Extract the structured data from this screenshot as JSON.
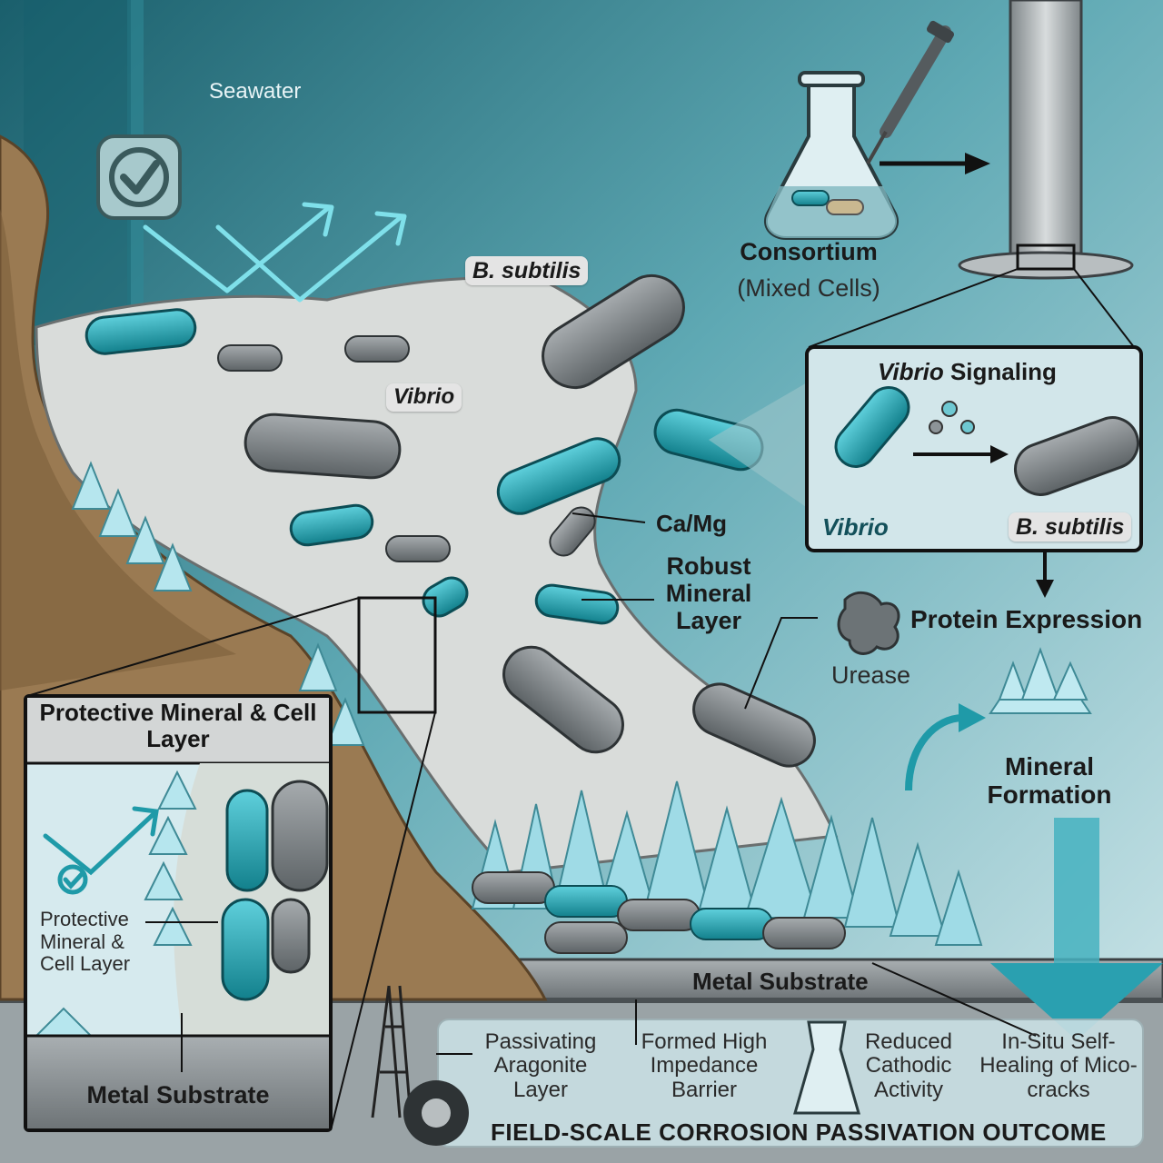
{
  "labels": {
    "seawater": "Seawater",
    "b_subtilis_top": "B. subtilis",
    "vibrio_main": "Vibrio",
    "consortium": "Consortium",
    "mixed_cells": "(Mixed Cells)",
    "ca_mg": "Ca/Mg",
    "robust_mineral_layer": "Robust Mineral Layer",
    "vibrio_signaling_em": "Vibrio",
    "vibrio_signaling_rest": " Signaling",
    "signaling_vibrio": "Vibrio",
    "signaling_b_subtilis": "B. subtilis",
    "protein_expression": "Protein Expression",
    "urease": "Urease",
    "mineral_formation": "Mineral Formation",
    "metal_substrate_main": "Metal Substrate",
    "inset_title": "Protective Mineral & Cell Layer",
    "inset_protective": "Protective Mineral & Cell Layer",
    "inset_metal_substrate": "Metal Substrate",
    "footer_title": "FIELD-SCALE CORROSION PASSIVATION OUTCOME"
  },
  "outcomes": [
    "Passivating Aragonite Layer",
    "Formed High Impedance Barrier",
    "Reduced Cathodic Activity",
    "In-Situ Self-Healing of Mico-cracks"
  ],
  "colors": {
    "seawater_dark": "#1f6b78",
    "seawater_light": "#bfdde3",
    "vibrio_teal": "#1fa6b4",
    "b_subtilis_gray": "#7a8084",
    "crystal": "#9fdbe6",
    "rock_brown": "#9a7a52",
    "metal": "#8d9396"
  }
}
